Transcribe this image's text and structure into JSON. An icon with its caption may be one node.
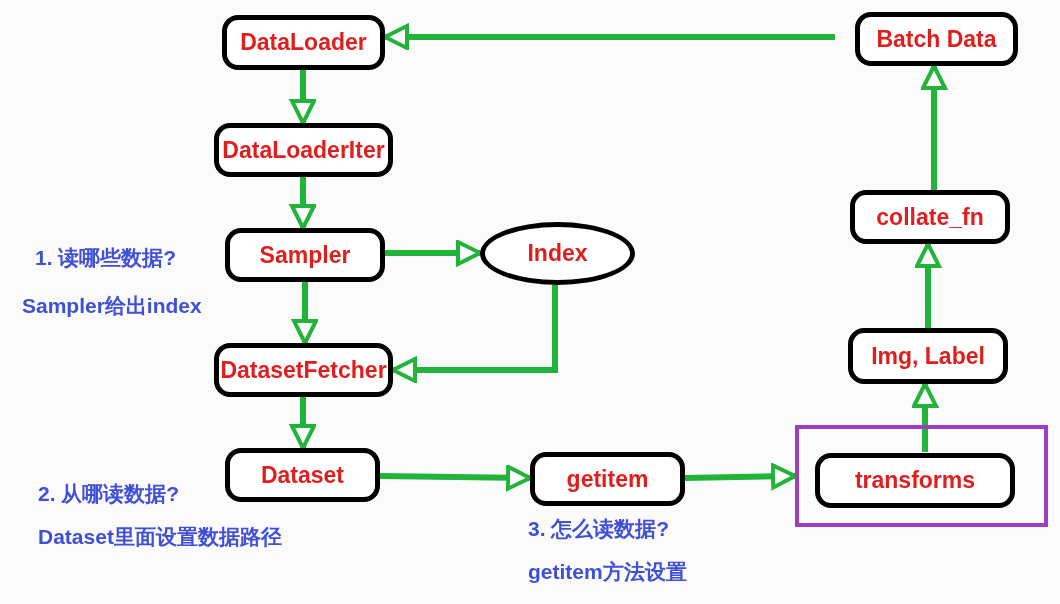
{
  "diagram": {
    "nodes": [
      {
        "text": [
          "DataLoader"
        ]
      },
      {
        "text": [
          "DataLoaderIter"
        ]
      },
      {
        "text": [
          "Sampler"
        ]
      },
      {
        "text": [
          "Index"
        ]
      },
      {
        "text": [
          "DatasetFetcher"
        ]
      },
      {
        "text": [
          "Dataset"
        ]
      },
      {
        "text": [
          "getitem"
        ]
      },
      {
        "text": [],
        "shape": "box"
      },
      {
        "text": [
          "transforms"
        ],
        "in": 7
      },
      {
        "text": [
          "Img, Label"
        ]
      },
      {
        "text": [
          "collate_fn"
        ]
      },
      {
        "text": [
          "Batch Data"
        ]
      }
    ],
    "edges": [
      {
        "from": 0,
        "to": 1,
        "arrow": "to"
      },
      {
        "from": 1,
        "to": 2,
        "arrow": "to"
      },
      {
        "from": 2,
        "to": 3,
        "arrow": "to"
      },
      {
        "from": 2,
        "to": 4,
        "arrow": "to"
      },
      {
        "from": 3,
        "to": 4,
        "arrow": "to"
      },
      {
        "from": 4,
        "to": 5,
        "arrow": "to"
      },
      {
        "from": 5,
        "to": 6,
        "arrow": "to"
      },
      {
        "from": 6,
        "to": 7,
        "arrow": "to"
      },
      {
        "from": 8,
        "to": 9,
        "arrow": "to"
      },
      {
        "from": 9,
        "to": 10,
        "arrow": "to"
      },
      {
        "from": 10,
        "to": 11,
        "arrow": "to"
      },
      {
        "from": 11,
        "to": 0,
        "arrow": "to"
      }
    ],
    "labels": [
      "1. 读哪些数据?",
      "Sampler给出index",
      "2. 从哪读数据?",
      "Dataset里面设置数据路径",
      "3. 怎么读数据?",
      "getitem方法设置"
    ]
  }
}
